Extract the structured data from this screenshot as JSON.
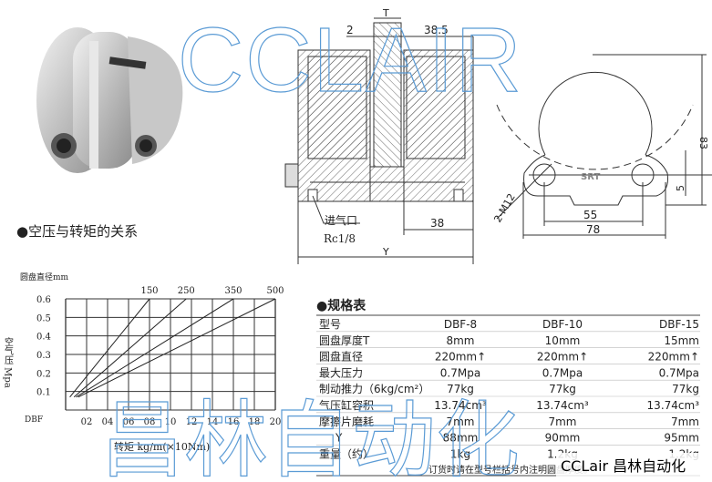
{
  "drawing": {
    "dim_T": "T",
    "dim_2": "2",
    "dim_38_5": "38.5",
    "dim_38": "38",
    "dim_Y": "Y",
    "inlet_label": "进气口",
    "inlet_thread": "Rc1/8",
    "dim_83": "83",
    "dim_5": "5",
    "dim_55": "55",
    "dim_78": "78",
    "hole_label": "2-M12",
    "logo": "SRT"
  },
  "chart_section": {
    "title": "●空压与转矩的关系"
  },
  "chart_data": {
    "type": "line",
    "title": "",
    "ylabel": "空气压 Mpa",
    "xlabel": "转矩 kg/m(×10Nm)",
    "legend_title": "圆盘直径mm",
    "x_prefix": "DBF",
    "yticks": [
      "0.6",
      "0.5",
      "0.4",
      "0.3",
      "0.2",
      "0.1"
    ],
    "xticks": [
      "02",
      "04",
      "06",
      "08",
      "10",
      "12",
      "14",
      "16",
      "18",
      "20"
    ],
    "xlim": [
      0,
      20
    ],
    "ylim": [
      0,
      0.6
    ],
    "series": [
      {
        "name": "150",
        "x": [
          0.4,
          8
        ],
        "y": [
          0.07,
          0.6
        ]
      },
      {
        "name": "250",
        "x": [
          0.8,
          11.5
        ],
        "y": [
          0.07,
          0.6
        ]
      },
      {
        "name": "350",
        "x": [
          1.0,
          16
        ],
        "y": [
          0.07,
          0.6
        ]
      },
      {
        "name": "500",
        "x": [
          1.2,
          20
        ],
        "y": [
          0.07,
          0.6
        ]
      }
    ]
  },
  "spec": {
    "title": "●规格表",
    "header": [
      "型号",
      "DBF-8",
      "DBF-10",
      "DBF-15"
    ],
    "rows": [
      [
        "圆盘厚度T",
        "8mm",
        "10mm",
        "15mm"
      ],
      [
        "圆盘直径",
        "220mm↑",
        "220mm↑",
        "220mm↑"
      ],
      [
        "最大压力",
        "0.7Mpa",
        "0.7Mpa",
        "0.7Mpa"
      ],
      [
        "制动推力（6kg/cm²）",
        "77kg",
        "77kg",
        "77kg"
      ],
      [
        "气压缸容积",
        "13.74cm³",
        "13.74cm³",
        "13.74cm³"
      ],
      [
        "摩擦片磨耗",
        "7mm",
        "7mm",
        "7mm"
      ],
      [
        "Y",
        "88mm",
        "90mm",
        "95mm"
      ],
      [
        "重量（约）",
        "1kg",
        "1.2kg",
        "1.2kg"
      ]
    ],
    "note": "订货时请在型号栏括号内注明圆盘厚度。"
  },
  "watermark": {
    "top": "CCLAIR",
    "bottom": "昌林自动化",
    "brand": "CCLair 昌林自动化"
  }
}
